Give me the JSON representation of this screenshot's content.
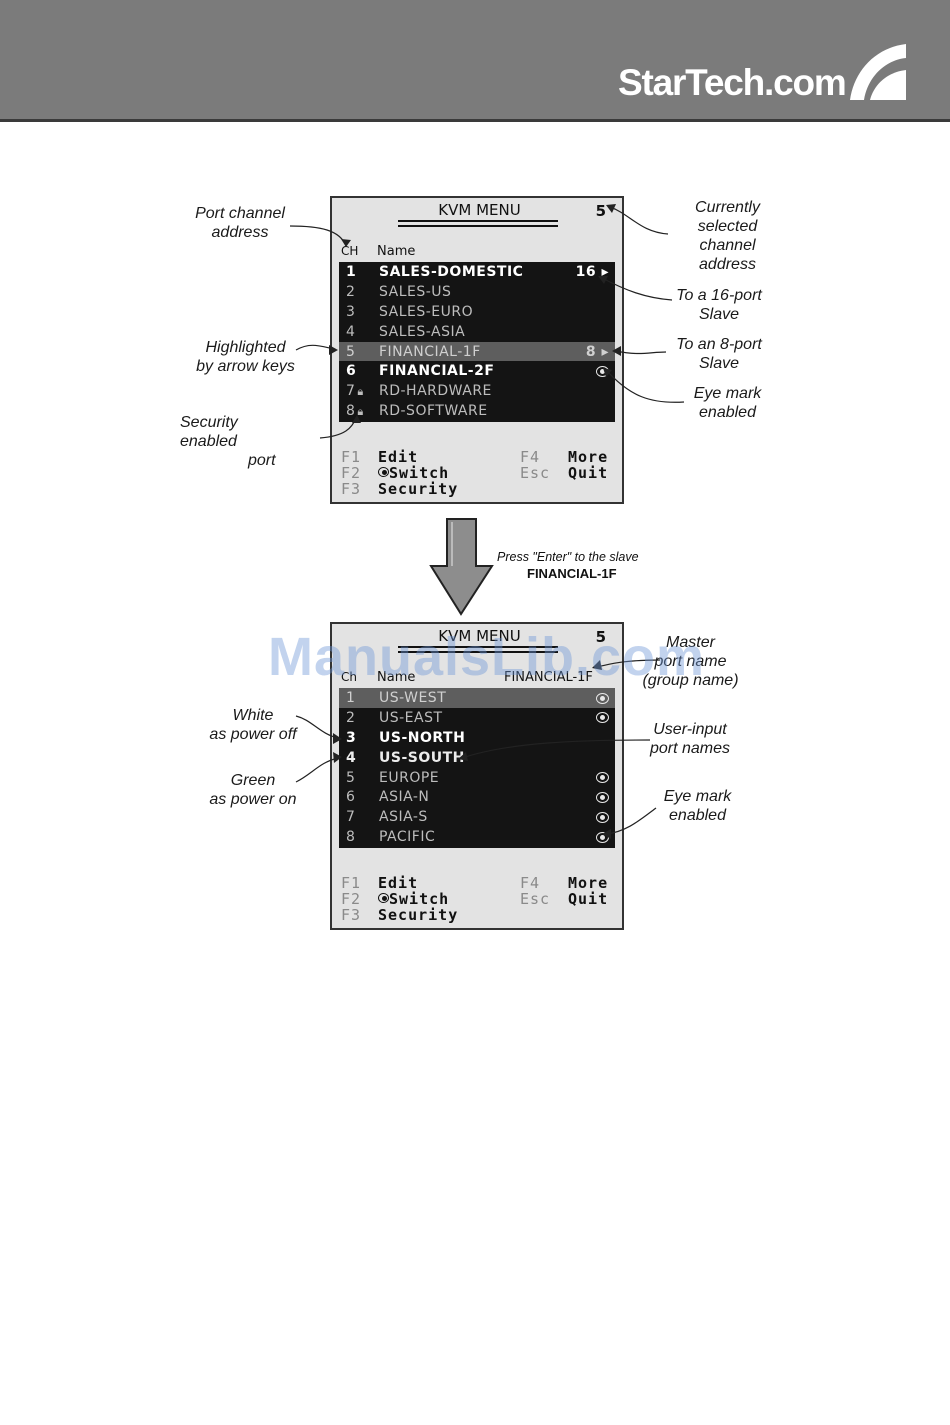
{
  "header": {
    "brand": "StarTech.com"
  },
  "menu1": {
    "title": "KVM MENU",
    "current": "5",
    "col_ch": "CH",
    "col_name": "Name",
    "rows": [
      {
        "ch": "1",
        "name": "SALES-DOMESTIC",
        "right": "16 ▸"
      },
      {
        "ch": "2",
        "name": "SALES-US"
      },
      {
        "ch": "3",
        "name": "SALES-EURO"
      },
      {
        "ch": "4",
        "name": "SALES-ASIA"
      },
      {
        "ch": "5",
        "name": "FINANCIAL-1F",
        "right": "8 ▸"
      },
      {
        "ch": "6",
        "name": "FINANCIAL-2F",
        "right_icon": "eye-icon"
      },
      {
        "ch": "7",
        "name": "RD-HARDWARE",
        "icon": "lock-icon"
      },
      {
        "ch": "8",
        "name": "RD-SOFTWARE",
        "icon": "lock-icon"
      }
    ],
    "fkeys": {
      "f1": "F1",
      "f1_label": "Edit",
      "f2": "F2",
      "f2_label": "Switch",
      "f3": "F3",
      "f3_label": "Security",
      "f4": "F4",
      "f4_label": "More",
      "esc": "Esc",
      "esc_label": "Quit"
    }
  },
  "menu2": {
    "title": "KVM MENU",
    "current": "5",
    "col_ch": "Ch",
    "col_name": "Name",
    "master": "FINANCIAL-1F",
    "rows": [
      {
        "ch": "1",
        "name": "US-WEST",
        "right_icon": "eye-icon"
      },
      {
        "ch": "2",
        "name": "US-EAST",
        "right_icon": "eye-icon"
      },
      {
        "ch": "3",
        "name": "US-NORTH"
      },
      {
        "ch": "4",
        "name": "US-SOUTH"
      },
      {
        "ch": "5",
        "name": "EUROPE",
        "right_icon": "eye-icon"
      },
      {
        "ch": "6",
        "name": "ASIA-N",
        "right_icon": "eye-icon"
      },
      {
        "ch": "7",
        "name": "ASIA-S",
        "right_icon": "eye-icon"
      },
      {
        "ch": "8",
        "name": "PACIFIC",
        "right_icon": "eye-icon"
      }
    ],
    "fkeys": {
      "f1": "F1",
      "f1_label": "Edit",
      "f2": "F2",
      "f2_label": "Switch",
      "f3": "F3",
      "f3_label": "Security",
      "f4": "F4",
      "f4_label": "More",
      "esc": "Esc",
      "esc_label": "Quit"
    }
  },
  "annotations": {
    "port_channel_1": "Port channel",
    "port_channel_2": "address",
    "current_1": "Currently",
    "current_2": "selected",
    "current_3": "channel",
    "current_4": "address",
    "slave16_1": "To a 16-port",
    "slave16_2": "Slave",
    "slave8_1": "To an 8-port",
    "slave8_2": "Slave",
    "highlighted_1": "Highlighted",
    "highlighted_2": "by arrow keys",
    "eye1_1": "Eye mark",
    "eye1_2": "enabled",
    "security_1": "Security enabled",
    "security_2": "port",
    "press_1": "Press \"Enter\" to the slave",
    "press_2": "FINANCIAL-1F",
    "master_1": "Master",
    "master_2": "port name",
    "master_3": "(group name)",
    "white_1": "White",
    "white_2": "as power off",
    "user_1": "User-input",
    "user_2": "port names",
    "green_1": "Green",
    "green_2": "as power on",
    "eye2_1": "Eye mark",
    "eye2_2": "enabled"
  },
  "watermark": "ManualsLib.com"
}
